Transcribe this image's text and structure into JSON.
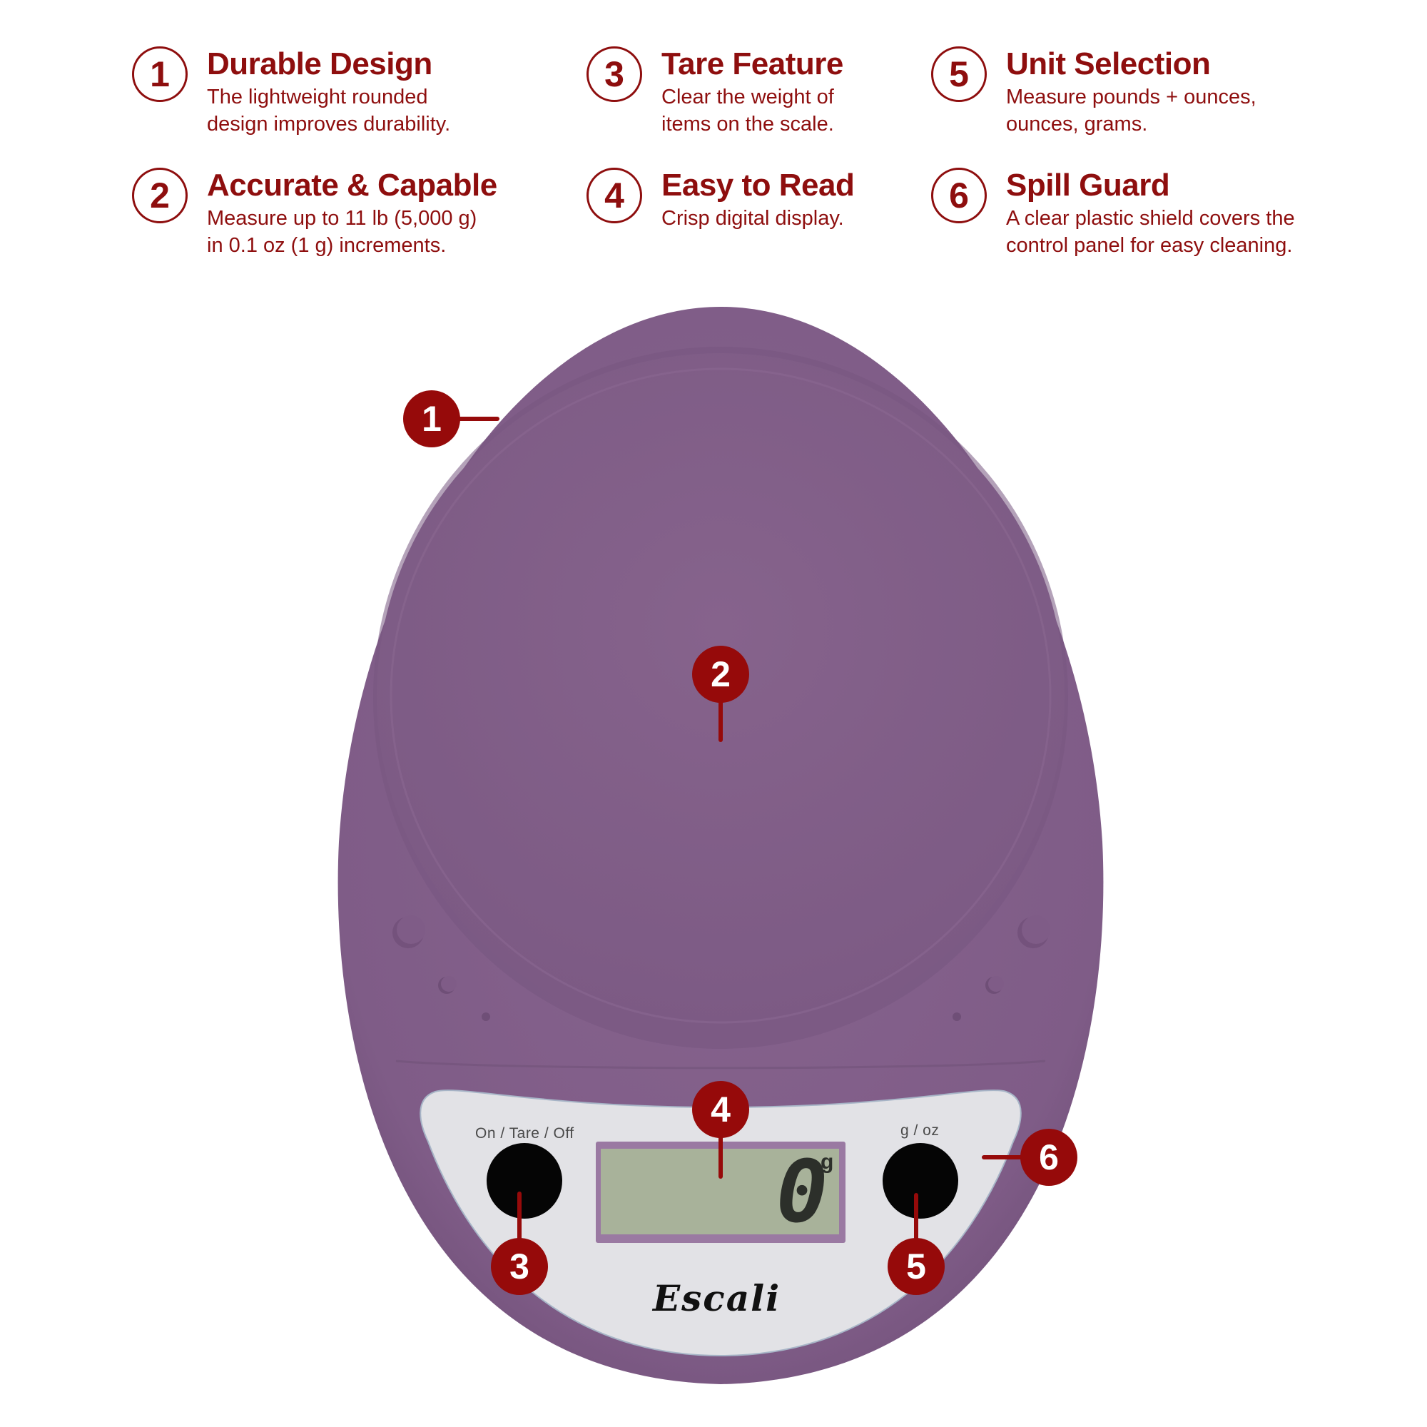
{
  "colors": {
    "accent": "#8e0e0e",
    "marker": "#960a0a",
    "scale_body": "#82608a",
    "panel": "#e2e2e6",
    "lcd": "#a8b29a",
    "button": "#050505"
  },
  "features": [
    {
      "number": "1",
      "title": "Durable Design",
      "desc_lines": [
        "The lightweight rounded",
        "design improves durability."
      ]
    },
    {
      "number": "2",
      "title": "Accurate & Capable",
      "desc_lines": [
        "Measure up to 11 lb (5,000 g)",
        "in 0.1 oz (1 g) increments."
      ]
    },
    {
      "number": "3",
      "title": "Tare Feature",
      "desc_lines": [
        "Clear the weight of",
        "items on the scale."
      ]
    },
    {
      "number": "4",
      "title": "Easy to Read",
      "desc_lines": [
        "Crisp digital display."
      ]
    },
    {
      "number": "5",
      "title": "Unit Selection",
      "desc_lines": [
        "Measure pounds + ounces,",
        "ounces, grams."
      ]
    },
    {
      "number": "6",
      "title": "Spill Guard",
      "desc_lines": [
        "A clear plastic shield covers the",
        "control panel for easy cleaning."
      ]
    }
  ],
  "scale": {
    "left_button_label": "On / Tare / Off",
    "right_button_label": "g / oz",
    "display_value": "0",
    "display_unit": "g",
    "brand": "Escali"
  },
  "markers": [
    "1",
    "2",
    "3",
    "4",
    "5",
    "6"
  ]
}
